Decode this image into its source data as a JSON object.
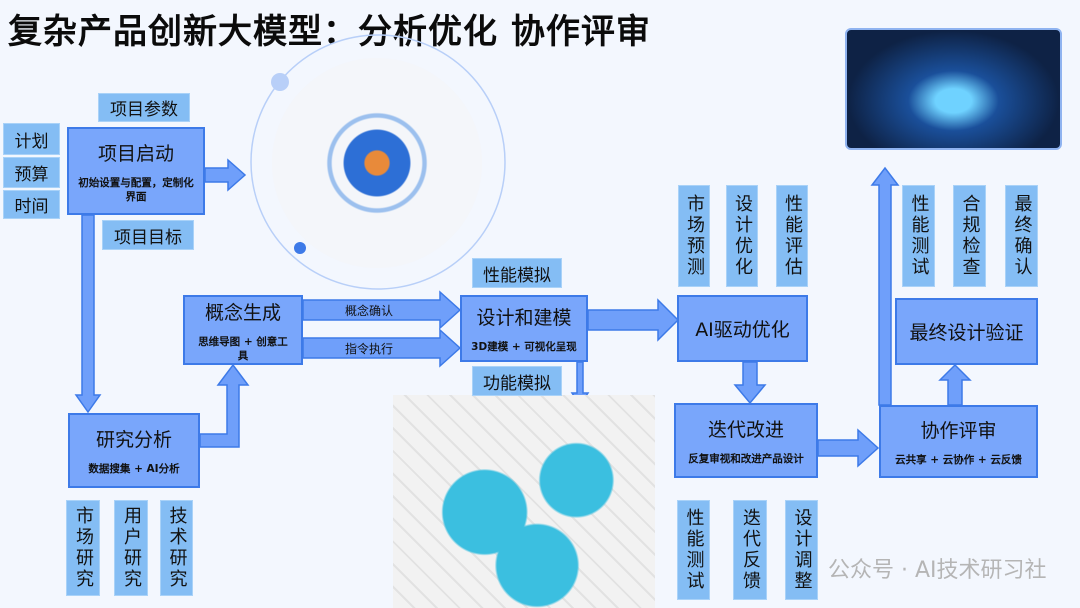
{
  "title": "复杂产品创新大模型：分析优化 协作评审",
  "start": {
    "title": "项目启动",
    "sub": "初始设置与配置，定制化界面",
    "tags": [
      "项目参数",
      "项目目标"
    ],
    "side": [
      "计划",
      "预算",
      "时间"
    ]
  },
  "research": {
    "title": "研究分析",
    "sub": "数据搜集 + AI分析",
    "tags": [
      "市场研究",
      "用户研究",
      "技术研究"
    ]
  },
  "concept": {
    "title": "概念生成",
    "sub": "思维导图 + 创意工具",
    "arrows": [
      "概念确认",
      "指令执行"
    ]
  },
  "design": {
    "title": "设计和建模",
    "sub": "3D建模 + 可视化呈现",
    "tags": [
      "性能模拟",
      "功能模拟"
    ]
  },
  "ai": {
    "title": "AI驱动优化",
    "tags": [
      "市场预测",
      "设计优化",
      "性能评估"
    ]
  },
  "iterate": {
    "title": "迭代改进",
    "sub": "反复审视和改进产品设计",
    "tags": [
      "性能测试",
      "迭代反馈",
      "设计调整"
    ]
  },
  "review": {
    "title": "协作评审",
    "sub": "云共享 + 云协作 + 云反馈"
  },
  "final": {
    "title": "最终设计验证",
    "tags": [
      "性能测试",
      "合规检查",
      "最终确认"
    ]
  },
  "watermark": "公众号 · AI技术研习社",
  "colors": {
    "box": "#79a6fb",
    "border": "#3d7ae8",
    "tag": "#84bdf4",
    "bg": "#f3f7fe"
  }
}
